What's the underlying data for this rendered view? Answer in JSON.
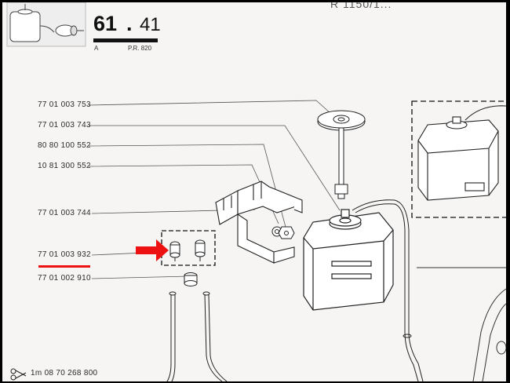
{
  "header": {
    "section_main": "61",
    "section_dot": ".",
    "section_sub": "41",
    "sheet_letter": "A",
    "pr_number": "P.R. 820",
    "reference_top": "R 1150/1..."
  },
  "parts": [
    {
      "number": "77 01 003 753"
    },
    {
      "number": "77 01 003 743"
    },
    {
      "number": "80 80 100 552"
    },
    {
      "number": "10 81 300 552"
    },
    {
      "number": "77 01 003 744"
    },
    {
      "number": "77 01 003 932",
      "highlighted": true
    },
    {
      "number": "77 01 002 910"
    }
  ],
  "cut_reference": "1m 08 70 268 800",
  "colors": {
    "paper": "#f6f5f3",
    "border": "#000000",
    "line_art": "#333333",
    "highlight": "#ee1111"
  },
  "icons": [
    "scissors-icon",
    "washer-reservoir-icon",
    "highlight-arrow-icon"
  ]
}
